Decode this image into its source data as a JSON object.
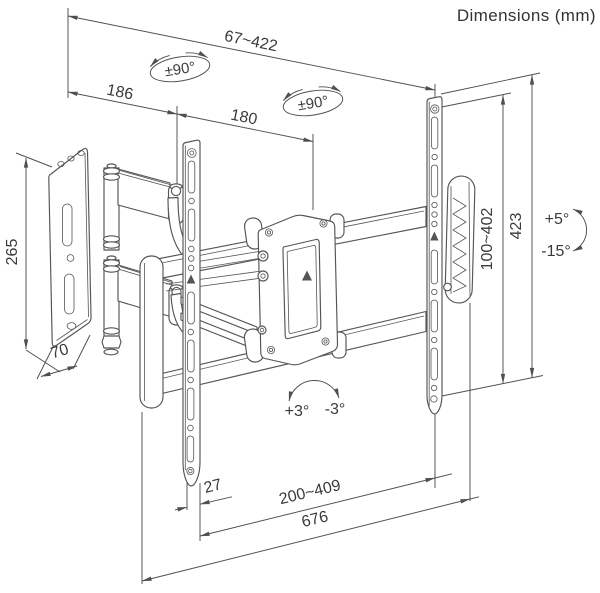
{
  "title": "Dimensions (mm)",
  "dims": {
    "extension_range": "67~422",
    "seg1_length": "186",
    "seg2_length": "180",
    "swivel_left": "±90°",
    "swivel_center": "±90°",
    "wall_plate_height": "265",
    "wall_plate_width": "70",
    "vesa_height_range": "100~402",
    "bracket_height": "423",
    "tilt_up": "+5°",
    "tilt_down": "-15°",
    "level_left": "+3°",
    "level_right": "-3°",
    "rail_edge_offset": "27",
    "vesa_width_range": "200~409",
    "total_width": "676"
  },
  "colors": {
    "line": "#555555",
    "dim_line": "#4f4f4f",
    "text": "#3a3a3a",
    "background": "#ffffff"
  }
}
